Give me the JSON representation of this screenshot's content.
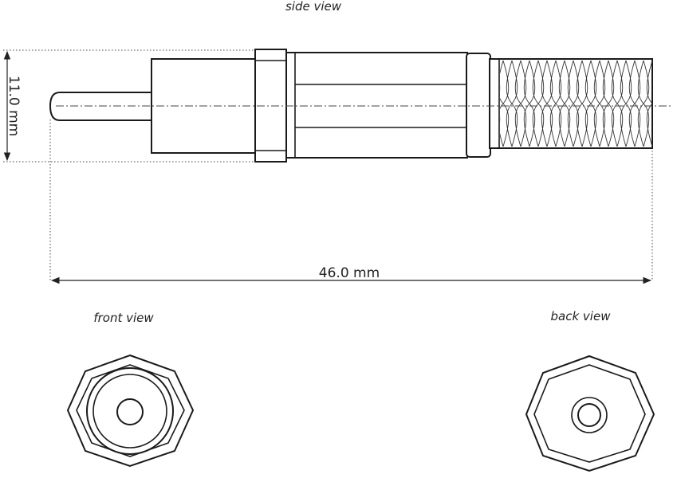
{
  "labels": {
    "side_view": "side view",
    "front_view": "front view",
    "back_view": "back view"
  },
  "dimensions": {
    "height": "11.0 mm",
    "length": "46.0 mm"
  },
  "colors": {
    "line": "#1a1a1a",
    "background": "#ffffff"
  }
}
